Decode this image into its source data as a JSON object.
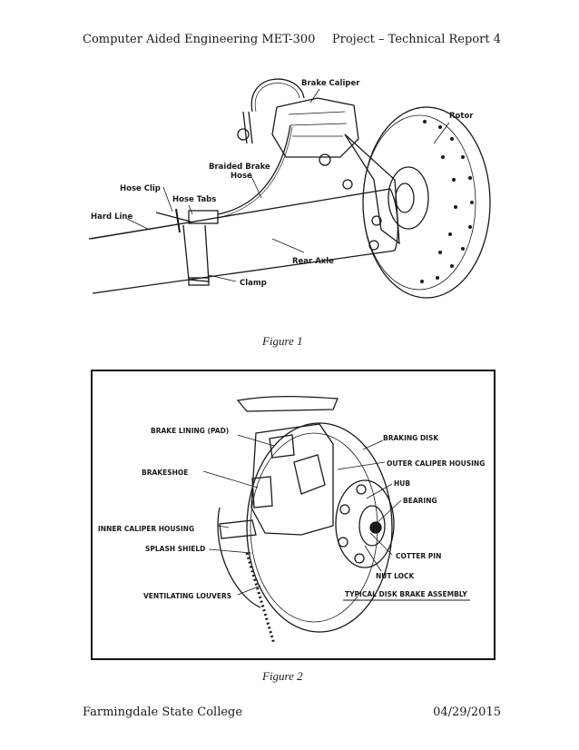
{
  "header": {
    "left": "Computer Aided Engineering MET-300",
    "right": "Project – Technical Report   4"
  },
  "figure1": {
    "labels": {
      "brake_caliper": "Brake Caliper",
      "rotor": "Rotor",
      "braided_brake_hose": "Braided Brake",
      "braided_brake_hose_2": "Hose",
      "hose_clip": "Hose Clip",
      "hose_tabs": "Hose Tabs",
      "hard_line": "Hard Line",
      "rear_axle": "Rear Axle",
      "clamp": "Clamp"
    },
    "caption": "Figure 1"
  },
  "figure2": {
    "labels": {
      "brake_lining": "BRAKE LINING (PAD)",
      "braking_disk": "BRAKING DISK",
      "outer_caliper": "OUTER CALIPER HOUSING",
      "brakeshoe": "BRAKESHOE",
      "hub": "HUB",
      "bearing": "BEARING",
      "inner_caliper": "INNER CALIPER HOUSING",
      "splash_shield": "SPLASH SHIELD",
      "cotter_pin": "COTTER PIN",
      "nut_lock": "NUT LOCK",
      "ventilating_louvers": "VENTILATING LOUVERS",
      "title": "TYPICAL DISK BRAKE ASSEMBLY"
    },
    "caption": "Figure 2"
  },
  "footer": {
    "left": "Farmingdale State College",
    "right": "04/29/2015"
  }
}
